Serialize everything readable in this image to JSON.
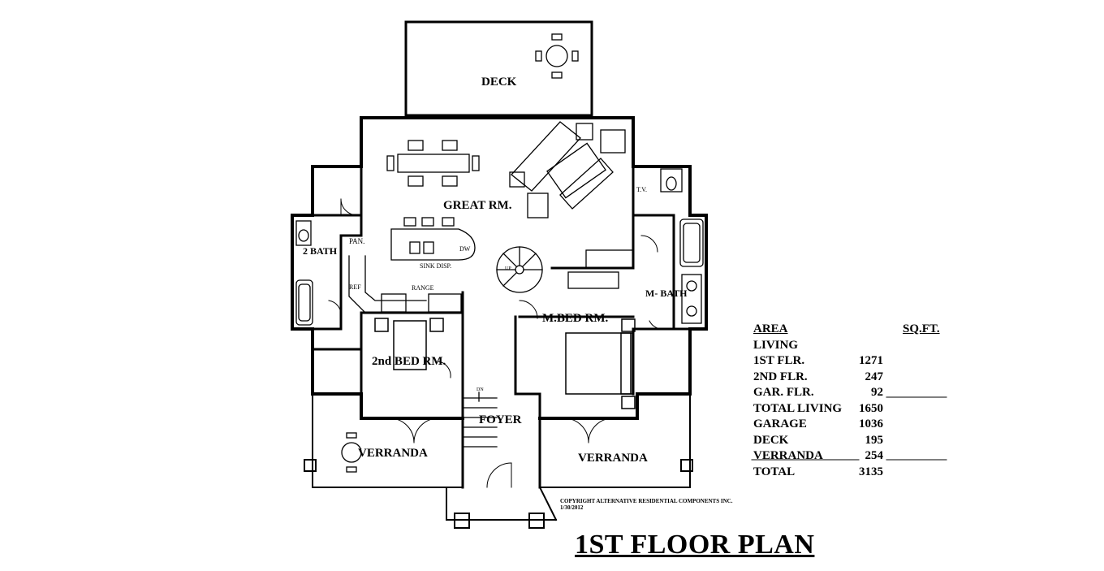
{
  "rooms": {
    "deck": "DECK",
    "great_room": "GREAT RM.",
    "half_bath": "2 BATH",
    "pantry": "PAN.",
    "refrigerator": "REF",
    "range": "RANGE",
    "sink": "SINK DISP.",
    "dishwasher": "DW",
    "tv": "T.V.",
    "master_bath": "M- BATH",
    "master_bedroom": "M.BED RM.",
    "second_bedroom": "2nd BED RM.",
    "foyer": "FOYER",
    "stair_dn": "DN",
    "stair_up": "UP",
    "veranda_left": "VERRANDA",
    "veranda_right": "VERRANDA"
  },
  "area_table": {
    "header_name": "AREA",
    "header_value": "SQ.FT.",
    "rows": [
      {
        "name": "LIVING",
        "value": ""
      },
      {
        "name": "1ST FLR.",
        "value": "1271"
      },
      {
        "name": "2ND FLR.",
        "value": "247"
      },
      {
        "name": "GAR. FLR.",
        "value": "92"
      },
      {
        "name": "TOTAL LIVING",
        "value": "1650"
      },
      {
        "name": "GARAGE",
        "value": "1036"
      },
      {
        "name": "DECK",
        "value": "195"
      },
      {
        "name": "VERRANDA",
        "value": "254"
      },
      {
        "name": "TOTAL",
        "value": "3135"
      }
    ]
  },
  "copyright": {
    "line1": "COPYRIGHT ALTERNATIVE RESIDENTIAL COMPONENTS INC.",
    "line2": "1/30/2012"
  },
  "title": "1ST FLOOR PLAN"
}
